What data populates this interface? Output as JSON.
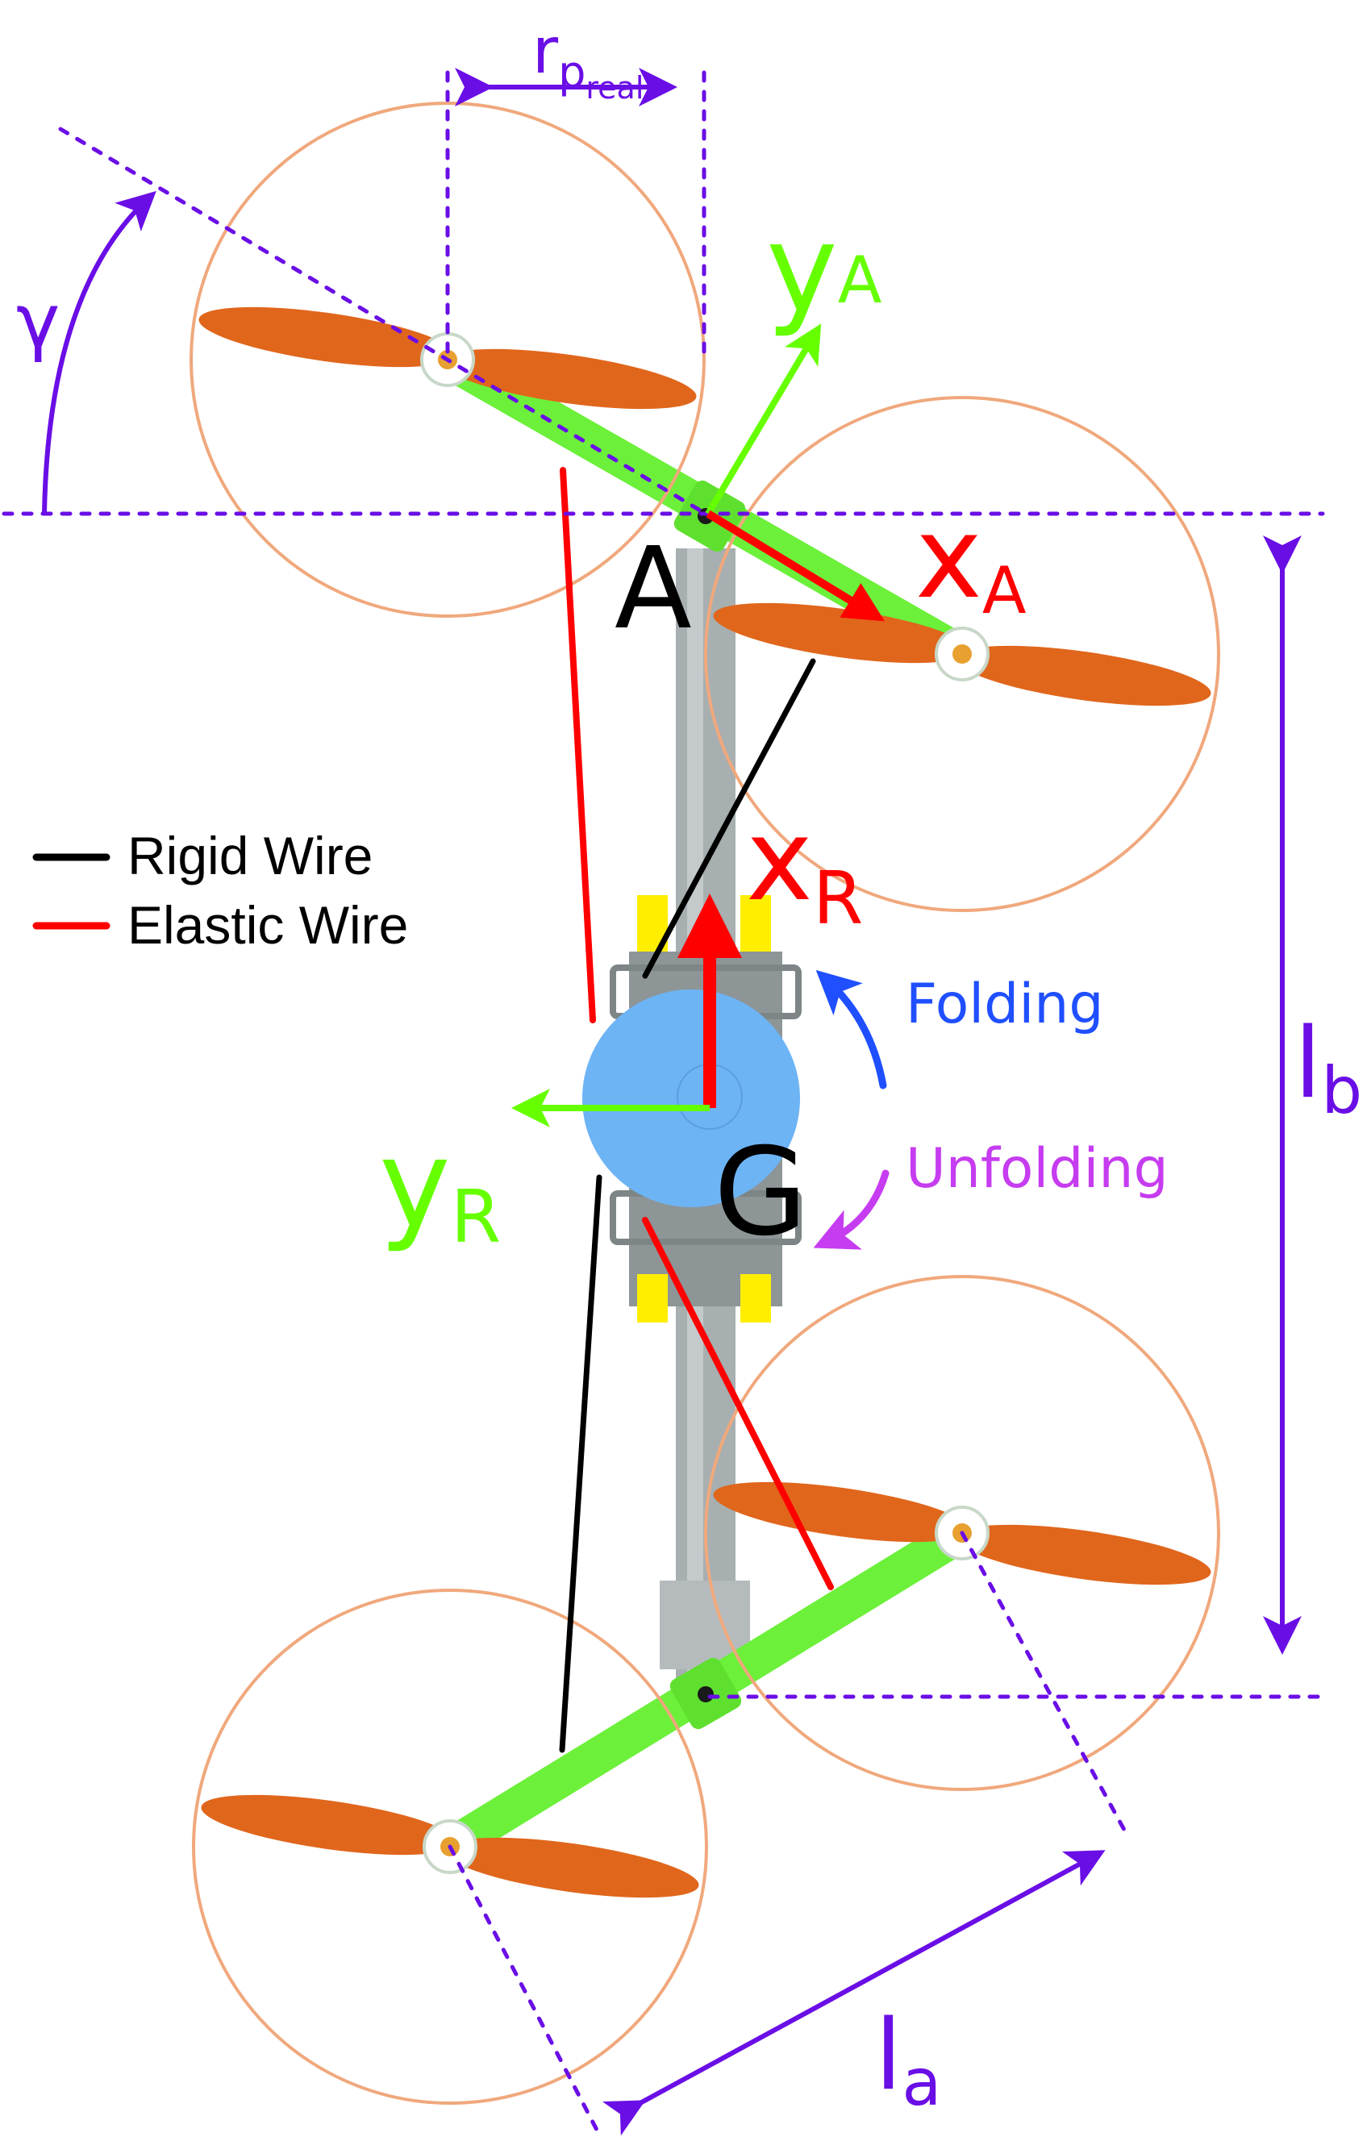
{
  "labels": {
    "r_main": "r",
    "r_sub": "p",
    "r_subsub": "real",
    "gamma": "γ",
    "yA_main": "y",
    "yA_sub": "A",
    "xA_main": "x",
    "xA_sub": "A",
    "A": "A",
    "xR_main": "x",
    "xR_sub": "R",
    "yR_main": "y",
    "yR_sub": "R",
    "G": "G",
    "lb_main": "l",
    "lb_sub": "b",
    "la_main": "l",
    "la_sub": "a",
    "folding": "Folding",
    "unfolding": "Unfolding"
  },
  "legend": [
    {
      "label": "Rigid Wire",
      "color": "#000000"
    },
    {
      "label": "Elastic Wire",
      "color": "#ff0000"
    }
  ],
  "colors": {
    "dimension": "#6a0ee6",
    "x_axis": "#ff0000",
    "y_axis": "#66ff00",
    "folding": "#1f4fff",
    "unfolding": "#c63cf0",
    "prop_circle": "#f0a87c",
    "propeller": "#e0661c",
    "arm": "#6cf03a",
    "body": "#6db4f5",
    "boom": "#9ea6a8",
    "battery": "#ffee00"
  }
}
